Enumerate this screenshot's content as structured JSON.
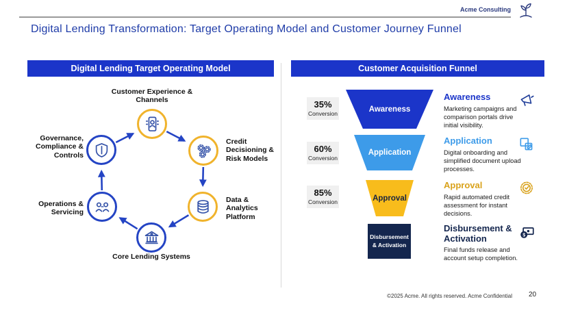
{
  "meta": {
    "logo_text": "Acme Consulting",
    "title": "Digital Lending Transformation: Target Operating Model and Customer Journey Funnel",
    "footer": "©2025 Acme. All rights reserved. Acme Confidential",
    "page_number": "20"
  },
  "colors": {
    "primary_blue": "#1B35C9",
    "arrow_blue": "#2444C4",
    "light_blue": "#3D9BE9",
    "gold": "#F8BC1C",
    "gold_text": "#D9A21B",
    "navy": "#14264E",
    "ring_yellow": "#F0B32C",
    "conversion_box_gray": "#F0F0F0"
  },
  "left_panel": {
    "header": "Digital Lending Target Operating Model",
    "cycle_direction": "clockwise",
    "nodes": [
      {
        "label": "Customer Experience & Channels",
        "icon": "mobile-user-icon",
        "ring": "yellow"
      },
      {
        "label": "Credit Decisioning & Risk Models",
        "icon": "gears-icon",
        "ring": "yellow"
      },
      {
        "label": "Data & Analytics Platform",
        "icon": "database-icon",
        "ring": "yellow"
      },
      {
        "label": "Core Lending Systems",
        "icon": "bank-icon",
        "ring": "blue"
      },
      {
        "label": "Operations & Servicing",
        "icon": "people-icon",
        "ring": "blue"
      },
      {
        "label": "Governance, Compliance & Controls",
        "icon": "shield-icon",
        "ring": "blue"
      }
    ]
  },
  "right_panel": {
    "header": "Customer Acquisition Funnel",
    "conversion_caption": "Conversion",
    "stages": [
      {
        "conversion": "35%",
        "stage_label": "Awareness",
        "heading": "Awareness",
        "description": "Marketing campaigns and comparison portals drive initial visibility.",
        "icon": "megaphone-icon",
        "color": "#1B35C9"
      },
      {
        "conversion": "60%",
        "stage_label": "Application",
        "heading": "Application",
        "description": "Digital onboarding and simplified document upload processes.",
        "icon": "documents-icon",
        "color": "#3D9BE9"
      },
      {
        "conversion": "85%",
        "stage_label": "Approval",
        "heading": "Approval",
        "description": "Rapid automated credit assessment for instant decisions.",
        "icon": "approval-badge-icon",
        "color": "#F8BC1C"
      },
      {
        "conversion": null,
        "stage_label": "Disbursement & Activation",
        "heading": "Disbursement & Activation",
        "description": "Final funds release and account setup completion.",
        "icon": "money-icon",
        "color": "#14264E"
      }
    ]
  }
}
